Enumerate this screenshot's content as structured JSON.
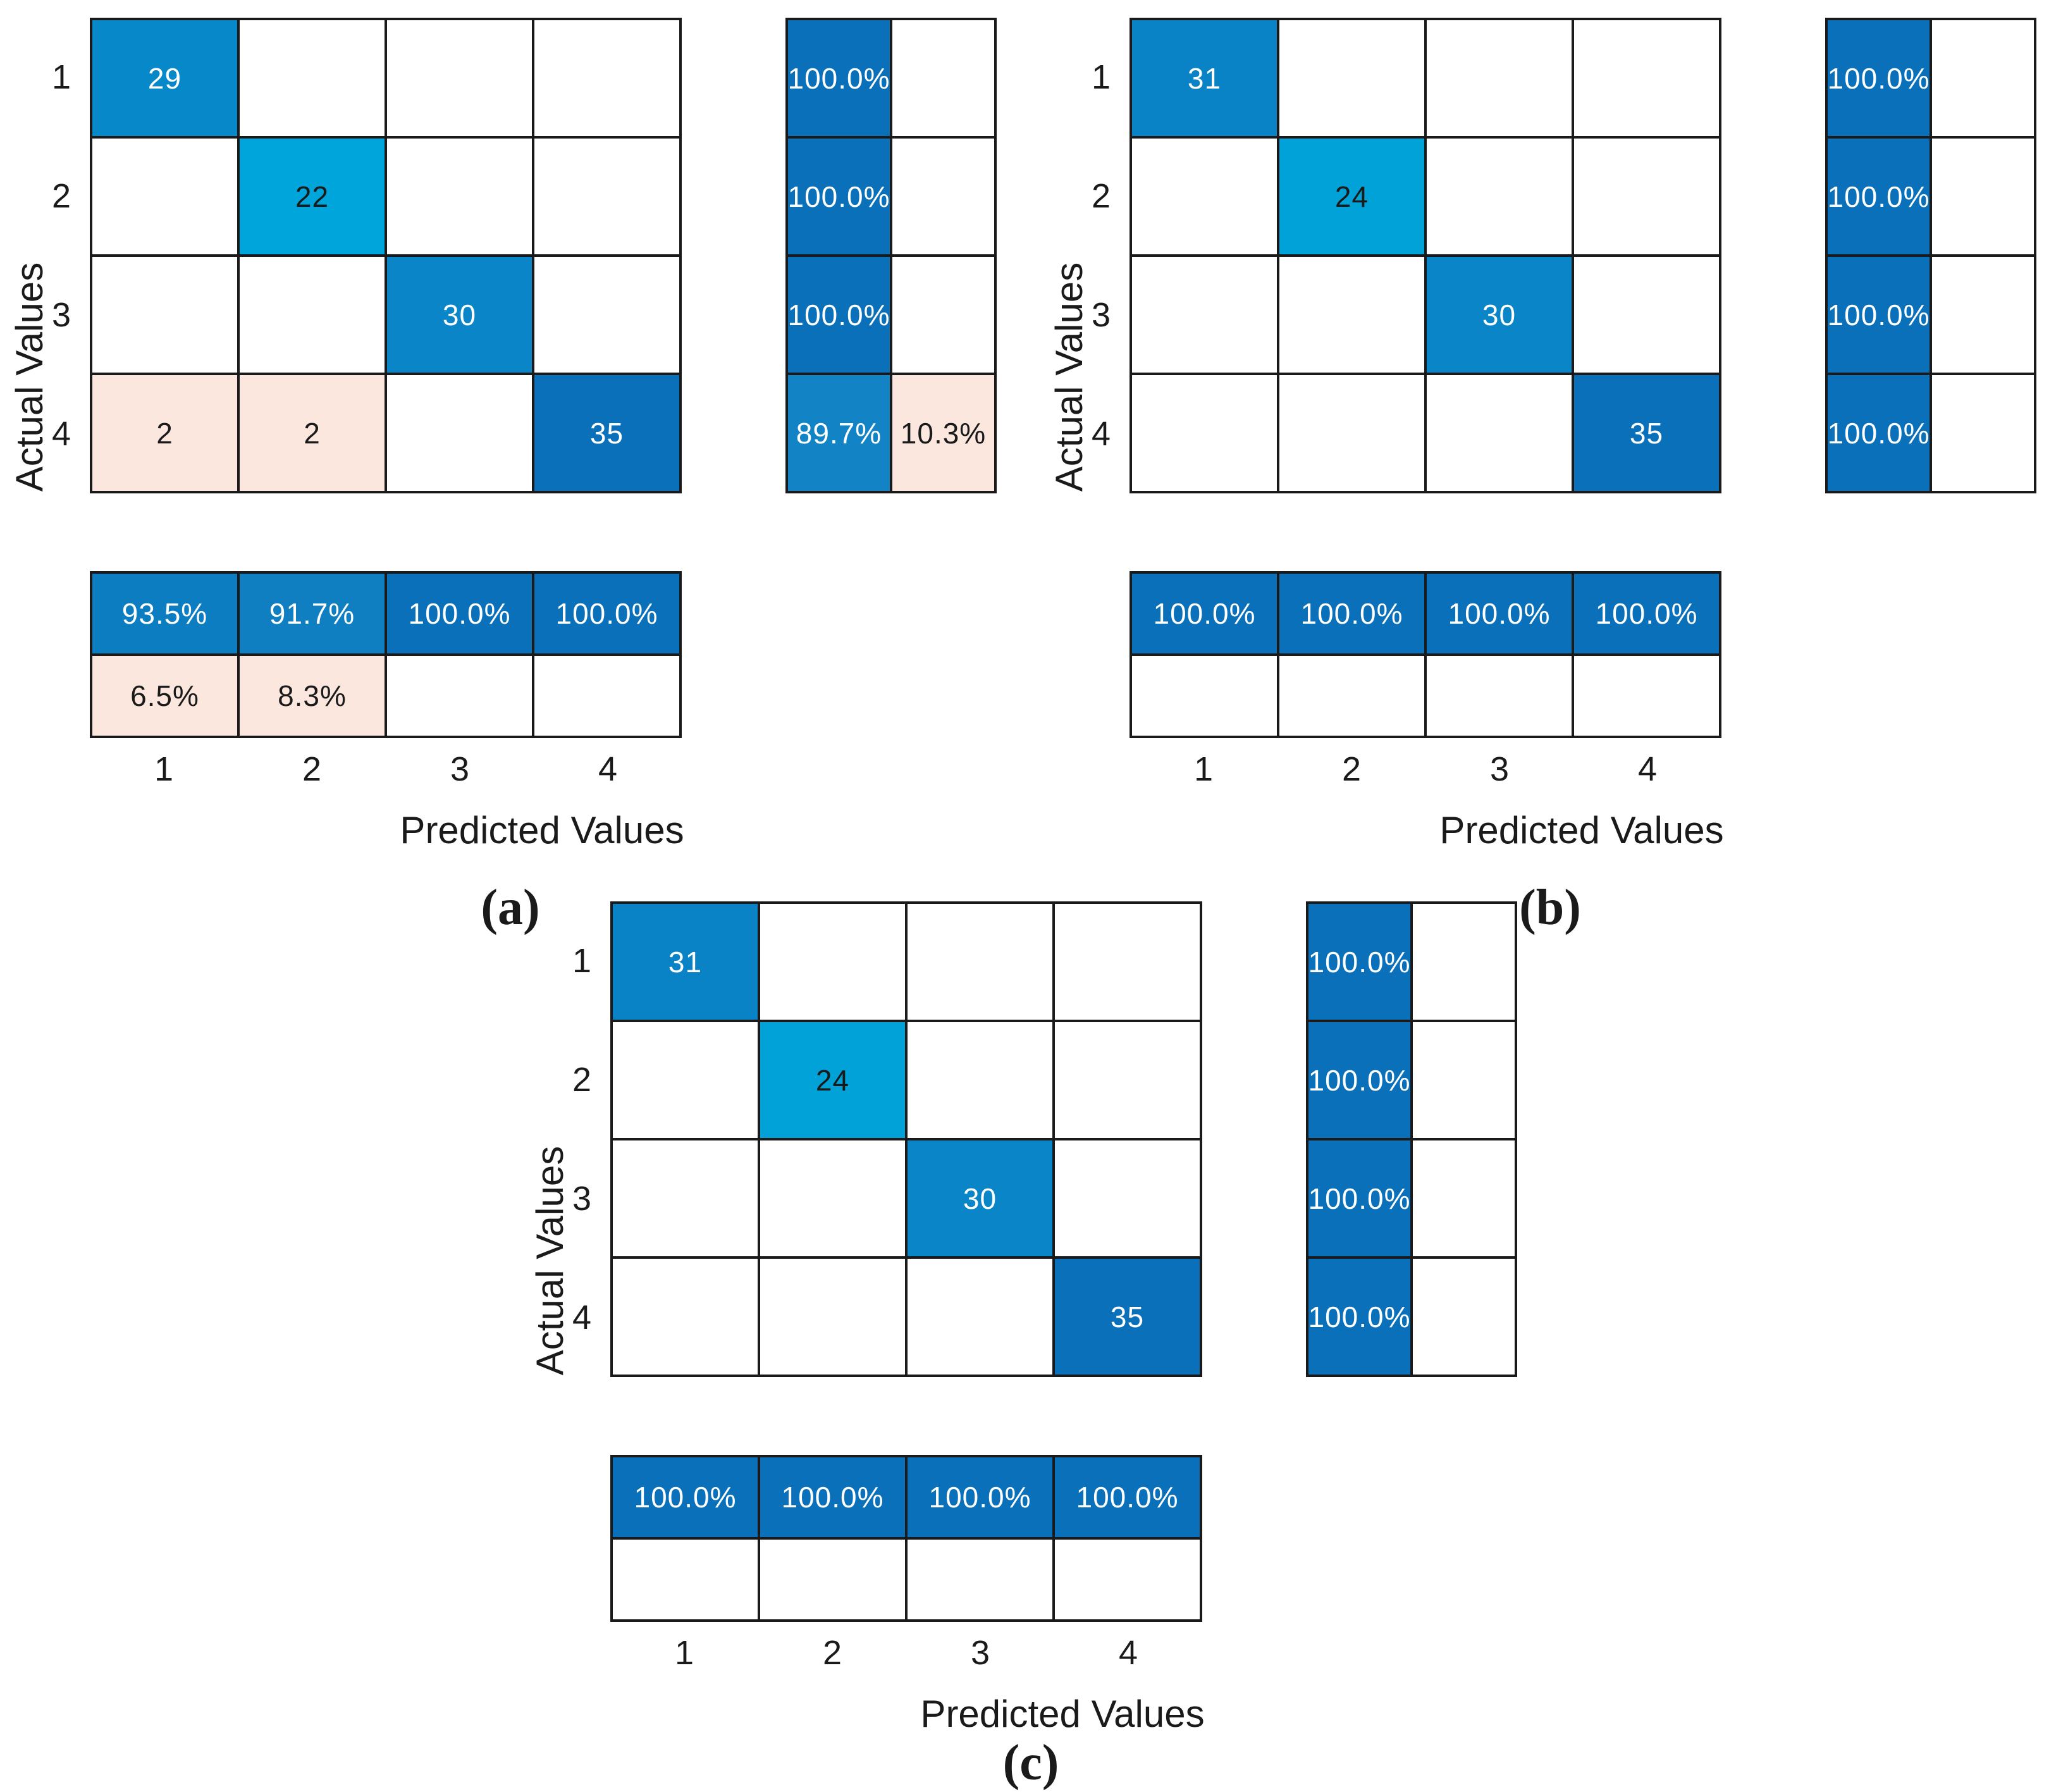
{
  "palette": {
    "v29": {
      "bg": "#0788C9",
      "fg": "#FFFFFF"
    },
    "v30": {
      "bg": "#0A86C8",
      "fg": "#FFFFFF"
    },
    "v31": {
      "bg": "#0983C5",
      "fg": "#FFFFFF"
    },
    "v35": {
      "bg": "#0A70BA",
      "fg": "#FFFFFF"
    },
    "v22": {
      "bg": "#00A5DB",
      "fg": "#1A1A1A"
    },
    "v24": {
      "bg": "#00A2D8",
      "fg": "#1A1A1A"
    },
    "p100": {
      "bg": "#0A70BA",
      "fg": "#FFFFFF"
    },
    "p93": {
      "bg": "#0D7DC1",
      "fg": "#FFFFFF"
    },
    "p91": {
      "bg": "#0F7FC2",
      "fg": "#FFFFFF"
    },
    "p89": {
      "bg": "#1284C6",
      "fg": "#FFFFFF"
    },
    "pink": {
      "bg": "#FBE7DE",
      "fg": "#1A1A1A"
    },
    "empty": {
      "bg": "#FFFFFF",
      "fg": "#1A1A1A"
    },
    "gridline": "#1A1A1A"
  },
  "chart_data": [
    {
      "type": "heatmap",
      "name": "confusion-matrix-a",
      "caption": "(a)",
      "xlabel": "Predicted Values",
      "ylabel": "Actual Values",
      "classes": [
        "1",
        "2",
        "3",
        "4"
      ],
      "matrix_counts": [
        [
          29,
          0,
          0,
          0
        ],
        [
          0,
          22,
          0,
          0
        ],
        [
          0,
          0,
          30,
          0
        ],
        [
          2,
          2,
          0,
          35
        ]
      ],
      "row_summary_pct": [
        [
          100.0,
          0
        ],
        [
          100.0,
          0
        ],
        [
          100.0,
          0
        ],
        [
          89.7,
          10.3
        ]
      ],
      "column_summary_pct": [
        [
          93.5,
          91.7,
          100.0,
          100.0
        ],
        [
          6.5,
          8.3,
          0,
          0
        ]
      ]
    },
    {
      "type": "heatmap",
      "name": "confusion-matrix-b",
      "caption": "(b)",
      "xlabel": "Predicted Values",
      "ylabel": "Actual Values",
      "classes": [
        "1",
        "2",
        "3",
        "4"
      ],
      "matrix_counts": [
        [
          31,
          0,
          0,
          0
        ],
        [
          0,
          24,
          0,
          0
        ],
        [
          0,
          0,
          30,
          0
        ],
        [
          0,
          0,
          0,
          35
        ]
      ],
      "row_summary_pct": [
        [
          100.0,
          0
        ],
        [
          100.0,
          0
        ],
        [
          100.0,
          0
        ],
        [
          100.0,
          0
        ]
      ],
      "column_summary_pct": [
        [
          100.0,
          100.0,
          100.0,
          100.0
        ],
        [
          0,
          0,
          0,
          0
        ]
      ]
    },
    {
      "type": "heatmap",
      "name": "confusion-matrix-c",
      "caption": "(c)",
      "xlabel": "Predicted Values",
      "ylabel": "Actual Values",
      "classes": [
        "1",
        "2",
        "3",
        "4"
      ],
      "matrix_counts": [
        [
          31,
          0,
          0,
          0
        ],
        [
          0,
          24,
          0,
          0
        ],
        [
          0,
          0,
          30,
          0
        ],
        [
          0,
          0,
          0,
          35
        ]
      ],
      "row_summary_pct": [
        [
          100.0,
          0
        ],
        [
          100.0,
          0
        ],
        [
          100.0,
          0
        ],
        [
          100.0,
          0
        ]
      ],
      "column_summary_pct": [
        [
          100.0,
          100.0,
          100.0,
          100.0
        ],
        [
          0,
          0,
          0,
          0
        ]
      ]
    }
  ],
  "panels": [
    {
      "caption": "(a)",
      "xlabel": "Predicted Values",
      "ylabel": "Actual Values",
      "row_ticks": [
        "1",
        "2",
        "3",
        "4"
      ],
      "col_ticks": [
        "1",
        "2",
        "3",
        "4"
      ],
      "matrix": [
        [
          {
            "t": "29",
            "c": "v29"
          },
          null,
          null,
          null
        ],
        [
          null,
          {
            "t": "22",
            "c": "v22"
          },
          null,
          null
        ],
        [
          null,
          null,
          {
            "t": "30",
            "c": "v30"
          },
          null
        ],
        [
          {
            "t": "2",
            "c": "pink"
          },
          {
            "t": "2",
            "c": "pink"
          },
          null,
          {
            "t": "35",
            "c": "v35"
          }
        ]
      ],
      "col_summary": [
        [
          {
            "t": "100.0%",
            "c": "p100"
          },
          null
        ],
        [
          {
            "t": "100.0%",
            "c": "p100"
          },
          null
        ],
        [
          {
            "t": "100.0%",
            "c": "p100"
          },
          null
        ],
        [
          {
            "t": "89.7%",
            "c": "p89"
          },
          {
            "t": "10.3%",
            "c": "pink"
          }
        ]
      ],
      "bottom_summary": [
        [
          {
            "t": "93.5%",
            "c": "p93"
          },
          {
            "t": "91.7%",
            "c": "p91"
          },
          {
            "t": "100.0%",
            "c": "p100"
          },
          {
            "t": "100.0%",
            "c": "p100"
          }
        ],
        [
          {
            "t": "6.5%",
            "c": "pink"
          },
          {
            "t": "8.3%",
            "c": "pink"
          },
          null,
          null
        ]
      ]
    },
    {
      "caption": "(b)",
      "xlabel": "Predicted Values",
      "ylabel": "Actual Values",
      "row_ticks": [
        "1",
        "2",
        "3",
        "4"
      ],
      "col_ticks": [
        "1",
        "2",
        "3",
        "4"
      ],
      "matrix": [
        [
          {
            "t": "31",
            "c": "v31"
          },
          null,
          null,
          null
        ],
        [
          null,
          {
            "t": "24",
            "c": "v24"
          },
          null,
          null
        ],
        [
          null,
          null,
          {
            "t": "30",
            "c": "v30"
          },
          null
        ],
        [
          null,
          null,
          null,
          {
            "t": "35",
            "c": "v35"
          }
        ]
      ],
      "col_summary": [
        [
          {
            "t": "100.0%",
            "c": "p100"
          },
          null
        ],
        [
          {
            "t": "100.0%",
            "c": "p100"
          },
          null
        ],
        [
          {
            "t": "100.0%",
            "c": "p100"
          },
          null
        ],
        [
          {
            "t": "100.0%",
            "c": "p100"
          },
          null
        ]
      ],
      "bottom_summary": [
        [
          {
            "t": "100.0%",
            "c": "p100"
          },
          {
            "t": "100.0%",
            "c": "p100"
          },
          {
            "t": "100.0%",
            "c": "p100"
          },
          {
            "t": "100.0%",
            "c": "p100"
          }
        ],
        [
          null,
          null,
          null,
          null
        ]
      ]
    },
    {
      "caption": "(c)",
      "xlabel": "Predicted Values",
      "ylabel": "Actual Values",
      "row_ticks": [
        "1",
        "2",
        "3",
        "4"
      ],
      "col_ticks": [
        "1",
        "2",
        "3",
        "4"
      ],
      "matrix": [
        [
          {
            "t": "31",
            "c": "v31"
          },
          null,
          null,
          null
        ],
        [
          null,
          {
            "t": "24",
            "c": "v24"
          },
          null,
          null
        ],
        [
          null,
          null,
          {
            "t": "30",
            "c": "v30"
          },
          null
        ],
        [
          null,
          null,
          null,
          {
            "t": "35",
            "c": "v35"
          }
        ]
      ],
      "col_summary": [
        [
          {
            "t": "100.0%",
            "c": "p100"
          },
          null
        ],
        [
          {
            "t": "100.0%",
            "c": "p100"
          },
          null
        ],
        [
          {
            "t": "100.0%",
            "c": "p100"
          },
          null
        ],
        [
          {
            "t": "100.0%",
            "c": "p100"
          },
          null
        ]
      ],
      "bottom_summary": [
        [
          {
            "t": "100.0%",
            "c": "p100"
          },
          {
            "t": "100.0%",
            "c": "p100"
          },
          {
            "t": "100.0%",
            "c": "p100"
          },
          {
            "t": "100.0%",
            "c": "p100"
          }
        ],
        [
          null,
          null,
          null,
          null
        ]
      ]
    }
  ]
}
